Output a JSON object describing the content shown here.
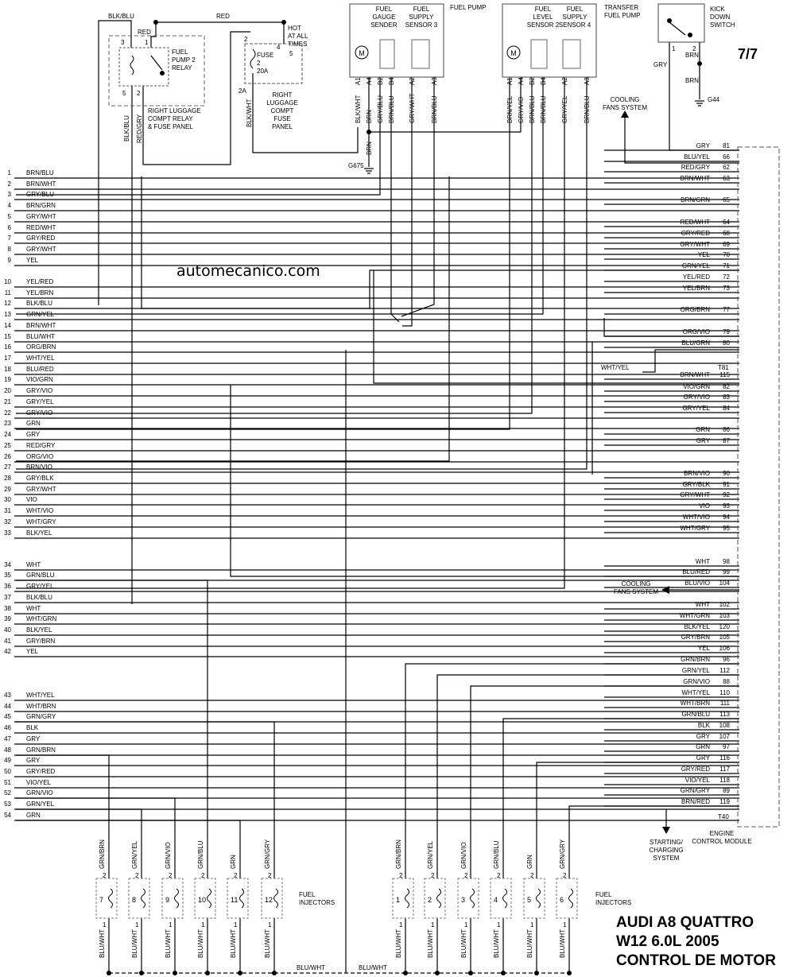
{
  "page_number": "7/7",
  "watermark": "automecanico.com",
  "title_lines": [
    "AUDI A8 QUATTRO",
    "W12 6.0L 2005",
    "CONTROL DE MOTOR"
  ],
  "components": {
    "fuel_pump": "FUEL PUMP",
    "fuel_gauge_sender": [
      "FUEL",
      "GAUGE",
      "SENDER"
    ],
    "fuel_supply_sensor_3": [
      "FUEL",
      "SUPPLY",
      "SENSOR 3"
    ],
    "transfer_fuel_pump": [
      "TRANSFER",
      "FUEL PUMP"
    ],
    "fuel_level_sensor_2": [
      "FUEL",
      "LEVEL",
      "SENSOR 2"
    ],
    "fuel_supply_sensor_4": [
      "FUEL",
      "SUPPLY",
      "SENSOR 4"
    ],
    "kick_down_switch": [
      "KICK",
      "DOWN",
      "SWITCH"
    ],
    "fuel_pump_2_relay": [
      "FUEL",
      "PUMP 2",
      "RELAY"
    ],
    "relay_panel": [
      "RIGHT LUGGAGE",
      "COMPT RELAY",
      "& FUSE PANEL"
    ],
    "fuse": [
      "FUSE",
      "2",
      "20A"
    ],
    "fuse_panel": [
      "RIGHT",
      "LUGGAGE",
      "COMPT",
      "FUSE",
      "PANEL"
    ],
    "hot": [
      "HOT",
      "AT ALL",
      "TIMES"
    ],
    "cooling_fans_top": [
      "COOLING",
      "FANS SYSTEM"
    ],
    "cooling_fans_mid": [
      "COOLING",
      "FANS SYSTEM"
    ],
    "starting_charging": [
      "STARTING/",
      "CHARGING",
      "SYSTEM"
    ],
    "ecm": [
      "ENGINE",
      "CONTROL MODULE"
    ],
    "fuel_injectors": [
      "FUEL",
      "INJECTORS"
    ],
    "ground_g675": "G675",
    "ground_g44": "G44",
    "t81": "T81",
    "t40": "T40",
    "wht_yel_inline": "WHT/YEL",
    "relay_wire_top": "BLK/BLU",
    "red_wire_top": "RED",
    "red_wire_relay": "RED",
    "relay_pin_5_label": "BLK/BLU",
    "relay_pin_2_label": "RED/GRY",
    "fuse_wire_label": "BLK/WHT",
    "fuse_pin_2A": "2A",
    "gnd_brn": "BRN",
    "kick_gry": "GRY",
    "kick_brn1": "BRN",
    "kick_brn2": "BRN",
    "bottom_blu_wht_1": "BLU/WHT",
    "bottom_blu_wht_2": "BLU/WHT"
  },
  "left_pins": [
    {
      "n": "1",
      "w": "BRN/BLU"
    },
    {
      "n": "2",
      "w": "BRN/WHT"
    },
    {
      "n": "3",
      "w": "GRY/BLU"
    },
    {
      "n": "4",
      "w": "BRN/GRN"
    },
    {
      "n": "5",
      "w": "GRY/WHT"
    },
    {
      "n": "6",
      "w": "RED/WHT"
    },
    {
      "n": "7",
      "w": "GRY/RED"
    },
    {
      "n": "8",
      "w": "GRY/WHT"
    },
    {
      "n": "9",
      "w": "YEL"
    },
    {
      "n": "10",
      "w": "YEL/RED"
    },
    {
      "n": "11",
      "w": "YEL/BRN"
    },
    {
      "n": "12",
      "w": "BLK/BLU"
    },
    {
      "n": "13",
      "w": "GRN/YEL"
    },
    {
      "n": "14",
      "w": "BRN/WHT"
    },
    {
      "n": "15",
      "w": "BLU/WHT"
    },
    {
      "n": "16",
      "w": "ORG/BRN"
    },
    {
      "n": "17",
      "w": "WHT/YEL"
    },
    {
      "n": "18",
      "w": "BLU/RED"
    },
    {
      "n": "19",
      "w": "VIO/GRN"
    },
    {
      "n": "20",
      "w": "GRY/VIO"
    },
    {
      "n": "21",
      "w": "GRY/YEL"
    },
    {
      "n": "22",
      "w": "GRY/VIO"
    },
    {
      "n": "23",
      "w": "GRN"
    },
    {
      "n": "24",
      "w": "GRY"
    },
    {
      "n": "25",
      "w": "RED/GRY"
    },
    {
      "n": "26",
      "w": "ORG/VIO"
    },
    {
      "n": "27",
      "w": "BRN/VIO"
    },
    {
      "n": "28",
      "w": "GRY/BLK"
    },
    {
      "n": "29",
      "w": "GRY/WHT"
    },
    {
      "n": "30",
      "w": "VIO"
    },
    {
      "n": "31",
      "w": "WHT/VIO"
    },
    {
      "n": "32",
      "w": "WHT/GRY"
    },
    {
      "n": "33",
      "w": "BLK/YEL"
    },
    {
      "n": "34",
      "w": "WHT"
    },
    {
      "n": "35",
      "w": "GRN/BLU"
    },
    {
      "n": "36",
      "w": "GRY/YEL"
    },
    {
      "n": "37",
      "w": "BLK/BLU"
    },
    {
      "n": "38",
      "w": "WHT"
    },
    {
      "n": "39",
      "w": "WHT/GRN"
    },
    {
      "n": "40",
      "w": "BLK/YEL"
    },
    {
      "n": "41",
      "w": "GRY/BRN"
    },
    {
      "n": "42",
      "w": "YEL"
    },
    {
      "n": "43",
      "w": "WHT/YEL"
    },
    {
      "n": "44",
      "w": "WHT/BRN"
    },
    {
      "n": "45",
      "w": "GRN/GRY"
    },
    {
      "n": "46",
      "w": "BLK"
    },
    {
      "n": "47",
      "w": "GRY"
    },
    {
      "n": "48",
      "w": "GRN/BRN"
    },
    {
      "n": "49",
      "w": "GRY"
    },
    {
      "n": "50",
      "w": "GRY/RED"
    },
    {
      "n": "51",
      "w": "VIO/YEL"
    },
    {
      "n": "52",
      "w": "GRN/VIO"
    },
    {
      "n": "53",
      "w": "GRN/YEL"
    },
    {
      "n": "54",
      "w": "GRN"
    }
  ],
  "right_pins": [
    {
      "n": "81",
      "w": "GRY"
    },
    {
      "n": "66",
      "w": "BLU/YEL"
    },
    {
      "n": "62",
      "w": "RED/GRY"
    },
    {
      "n": "63",
      "w": "BRN/WHT"
    },
    {
      "n": "65",
      "w": "BRN/GRN"
    },
    {
      "n": "64",
      "w": "RED/WHT"
    },
    {
      "n": "68",
      "w": "GRY/RED"
    },
    {
      "n": "69",
      "w": "GRY/WHT"
    },
    {
      "n": "70",
      "w": "YEL"
    },
    {
      "n": "71",
      "w": "GRN/YEL"
    },
    {
      "n": "72",
      "w": "YEL/RED"
    },
    {
      "n": "73",
      "w": "YEL/BRN"
    },
    {
      "n": "77",
      "w": "ORG/BRN"
    },
    {
      "n": "79",
      "w": "ORG/VIO"
    },
    {
      "n": "80",
      "w": "BLU/GRN"
    },
    {
      "n": "115",
      "w": "BRN/WHT"
    },
    {
      "n": "82",
      "w": "VIO/GRN"
    },
    {
      "n": "83",
      "w": "GRY/VIO"
    },
    {
      "n": "84",
      "w": "GRY/YEL"
    },
    {
      "n": "86",
      "w": "GRN"
    },
    {
      "n": "87",
      "w": "GRY"
    },
    {
      "n": "90",
      "w": "BRN/VIO"
    },
    {
      "n": "91",
      "w": "GRY/BLK"
    },
    {
      "n": "92",
      "w": "GRY/WHT"
    },
    {
      "n": "93",
      "w": "VIO"
    },
    {
      "n": "94",
      "w": "WHT/VIO"
    },
    {
      "n": "95",
      "w": "WHT/GRY"
    },
    {
      "n": "98",
      "w": "WHT"
    },
    {
      "n": "99",
      "w": "BLU/RED"
    },
    {
      "n": "104",
      "w": "BLU/VIO"
    },
    {
      "n": "102",
      "w": "WHT"
    },
    {
      "n": "103",
      "w": "WHT/GRN"
    },
    {
      "n": "120",
      "w": "BLK/YEL"
    },
    {
      "n": "105",
      "w": "GRY/BRN"
    },
    {
      "n": "106",
      "w": "YEL"
    },
    {
      "n": "96",
      "w": "GRN/BRN"
    },
    {
      "n": "112",
      "w": "GRN/YEL"
    },
    {
      "n": "88",
      "w": "GRN/VIO"
    },
    {
      "n": "110",
      "w": "WHT/YEL"
    },
    {
      "n": "111",
      "w": "WHT/BRN"
    },
    {
      "n": "113",
      "w": "GRN/BLU"
    },
    {
      "n": "108",
      "w": "BLK"
    },
    {
      "n": "107",
      "w": "GRY"
    },
    {
      "n": "97",
      "w": "GRN"
    },
    {
      "n": "116",
      "w": "GRY"
    },
    {
      "n": "117",
      "w": "GRY/RED"
    },
    {
      "n": "118",
      "w": "VIO/YEL"
    },
    {
      "n": "89",
      "w": "GRN/GRY"
    },
    {
      "n": "119",
      "w": "BRN/RED"
    }
  ],
  "fuel_gauge_pins": [
    {
      "p": "A1",
      "w": "BLK/WHT"
    },
    {
      "p": "A4",
      "w": "BRN"
    },
    {
      "p": "B2",
      "w": "GRY/BLU"
    },
    {
      "p": "B4",
      "w": "BRN/BLU"
    },
    {
      "p": "A2",
      "w": "GRY/WHT"
    },
    {
      "p": "A3",
      "w": "BRN/BLU"
    }
  ],
  "transfer_pump_pins": [
    {
      "p": "A1",
      "w": "BRN/YEL"
    },
    {
      "p": "A4",
      "w": "GRY/VIO"
    },
    {
      "p": "B2",
      "w": "BRN/BLU"
    },
    {
      "p": "B4",
      "w": "BRN/BLU"
    },
    {
      "p": "A2",
      "w": "GRY/YEL"
    },
    {
      "p": "A3",
      "w": "BRN/BLU"
    }
  ],
  "injectors_left": [
    {
      "num": "7",
      "w": "GRN/BRN"
    },
    {
      "num": "8",
      "w": "GRN/YEL"
    },
    {
      "num": "9",
      "w": "GRN/VIO"
    },
    {
      "num": "10",
      "w": "GRN/BLU"
    },
    {
      "num": "11",
      "w": "GRN"
    },
    {
      "num": "12",
      "w": "GRN/GRY"
    }
  ],
  "injectors_right": [
    {
      "num": "1",
      "w": "GRN/BRN"
    },
    {
      "num": "2",
      "w": "GRN/YEL"
    },
    {
      "num": "3",
      "w": "GRN/VIO"
    },
    {
      "num": "4",
      "w": "GRN/BLU"
    },
    {
      "num": "5",
      "w": "GRN"
    },
    {
      "num": "6",
      "w": "GRN/GRY"
    }
  ],
  "injector_bottom_wire": "BLU/WHT",
  "injector_pin_top": "2",
  "injector_pin_bottom": "1"
}
